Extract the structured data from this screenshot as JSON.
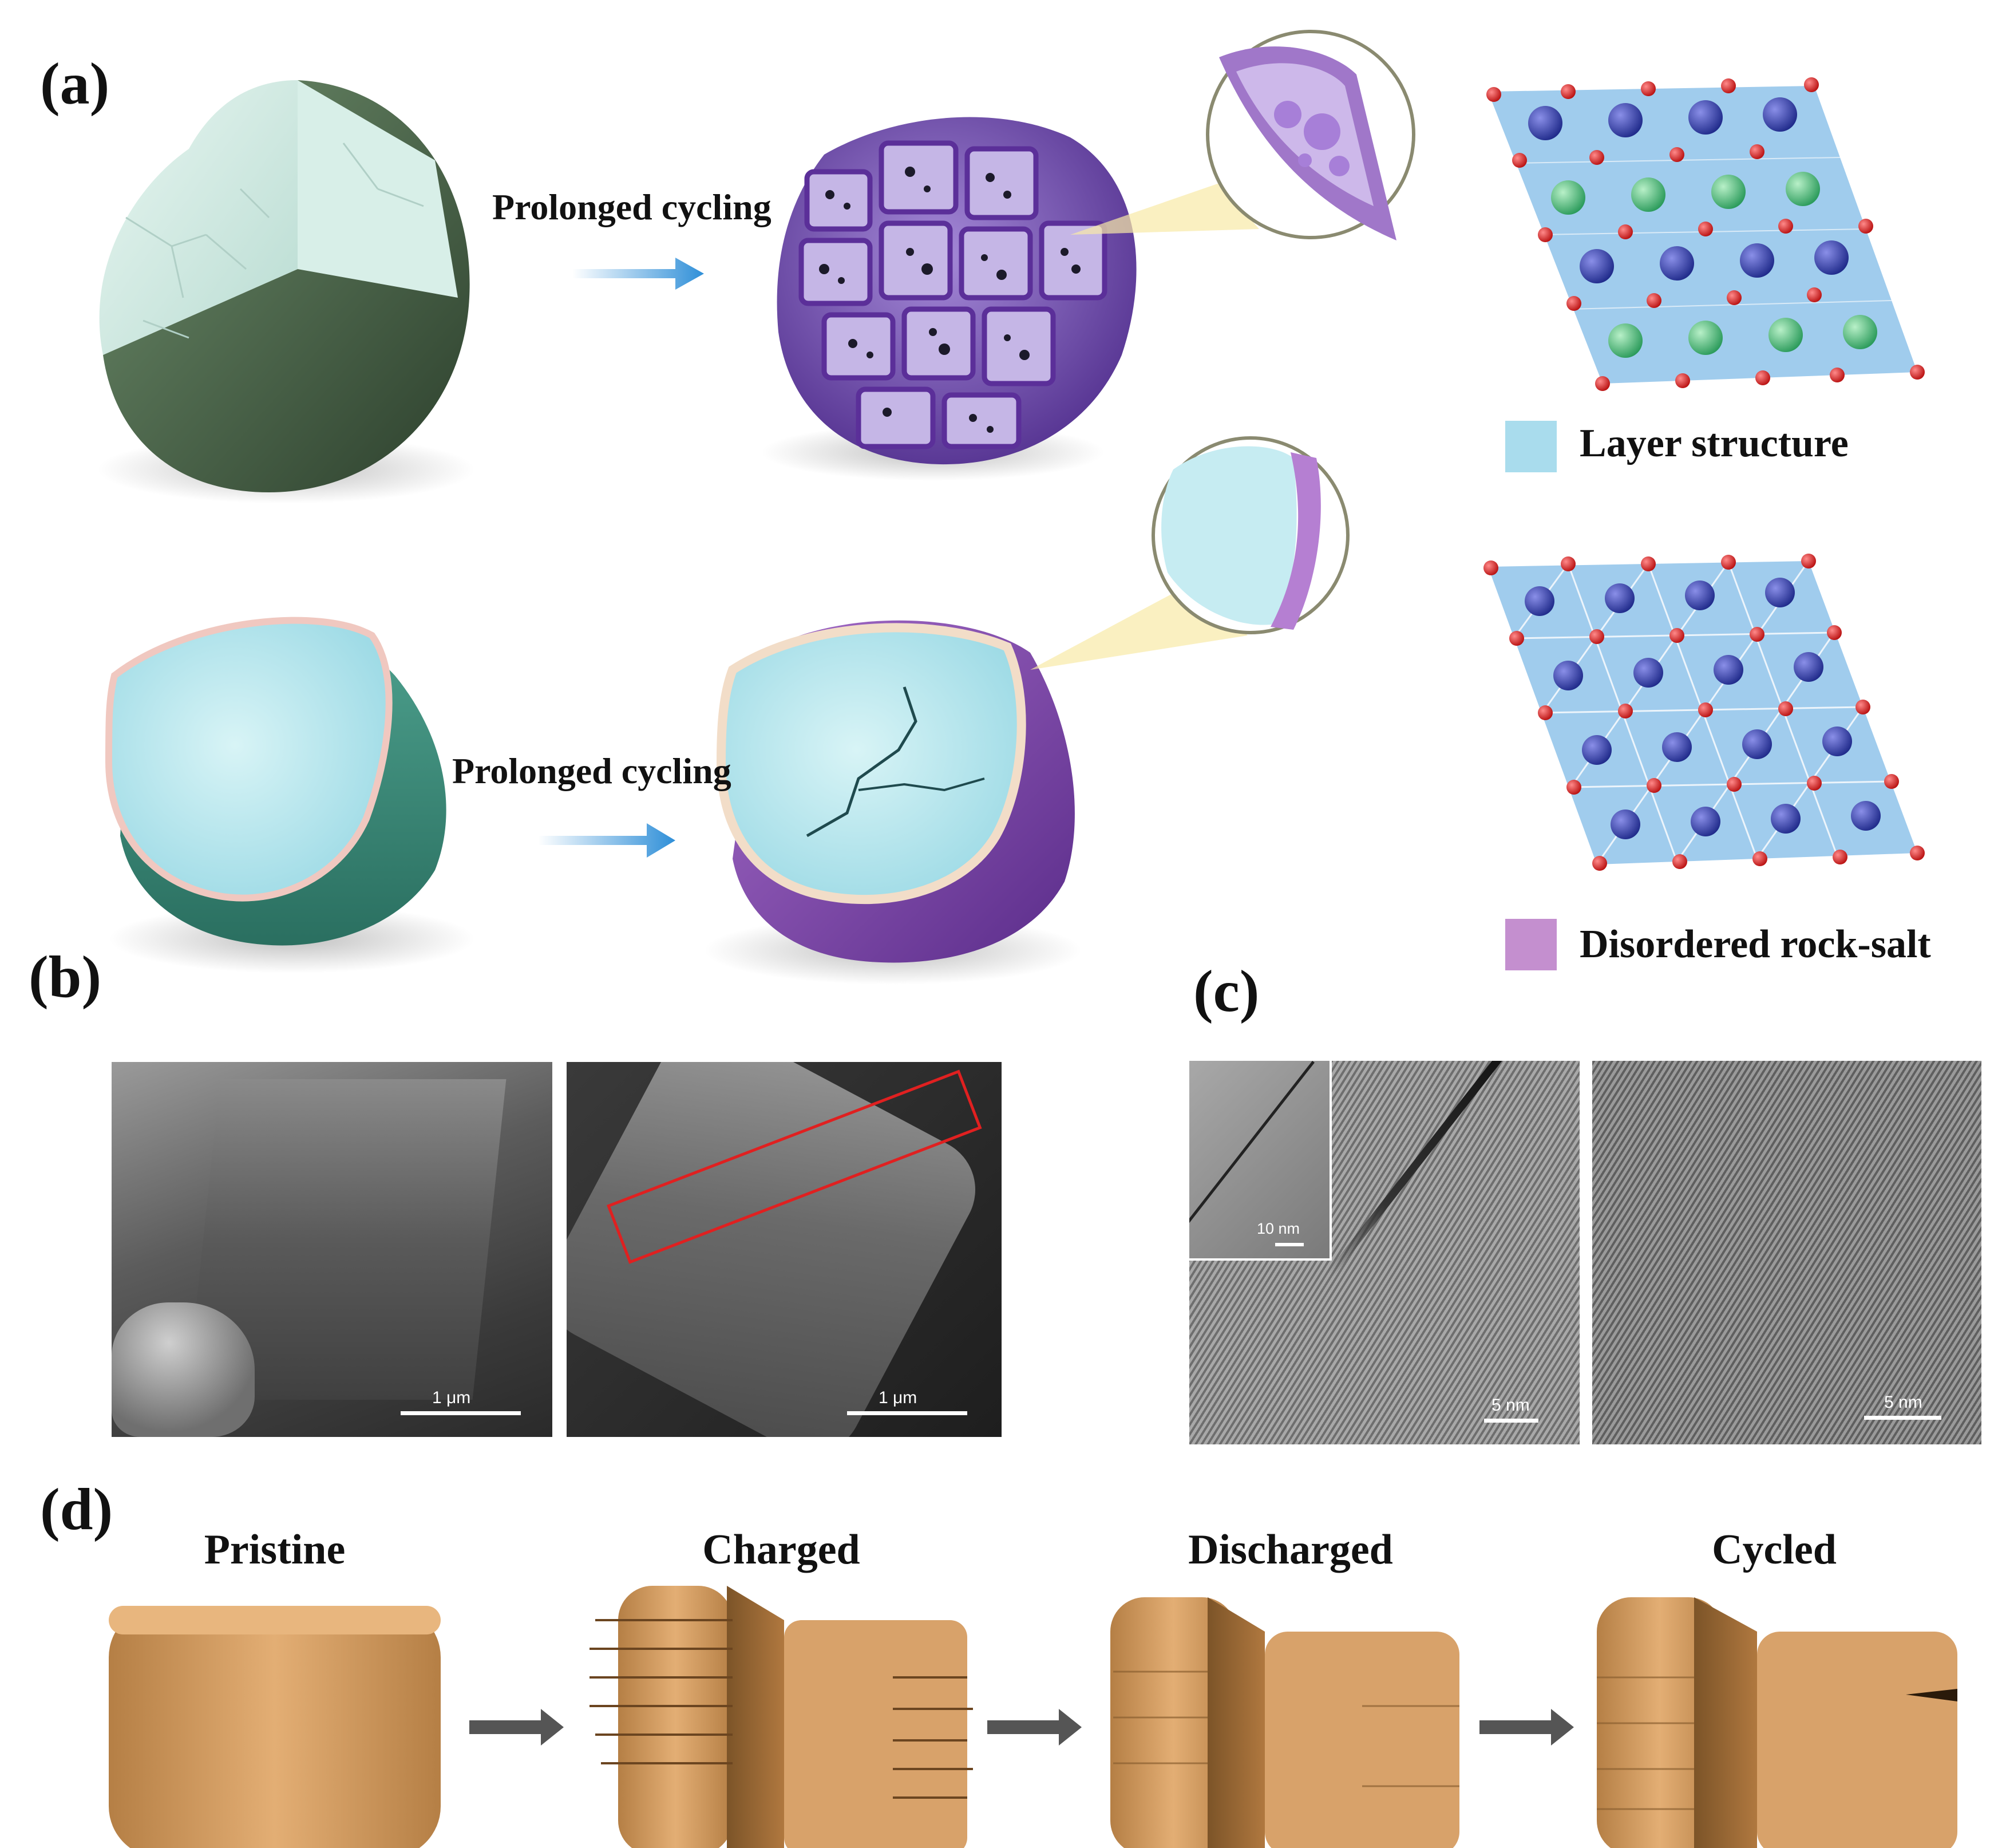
{
  "panels": {
    "a": {
      "label": "(a)",
      "arrow_caption_top": "Prolonged cycling",
      "arrow_caption_bottom": "Prolonged cycling",
      "legend": {
        "layer": {
          "text": "Layer structure",
          "color": "#a9dced"
        },
        "rocksalt": {
          "text": "Disordered rock-salt",
          "color": "#c48fcf"
        }
      }
    },
    "b": {
      "label": "(b)",
      "scale_left": "1 μm",
      "scale_right": "1 μm"
    },
    "c": {
      "label": "(c)",
      "inset_scale": "10 nm",
      "scale_left": "5 nm",
      "scale_right": "5 nm"
    },
    "d": {
      "label": "(d)",
      "stages": [
        "Pristine",
        "Charged",
        "Discharged",
        "Cycled"
      ]
    }
  },
  "colors": {
    "arrow_blue": "#2f8fd8",
    "oxygen_red": "#d91b1b",
    "lattice_blue": "#8fc3ea",
    "particle_orange": "#d8a26a",
    "highlight_red": "#e02020"
  }
}
